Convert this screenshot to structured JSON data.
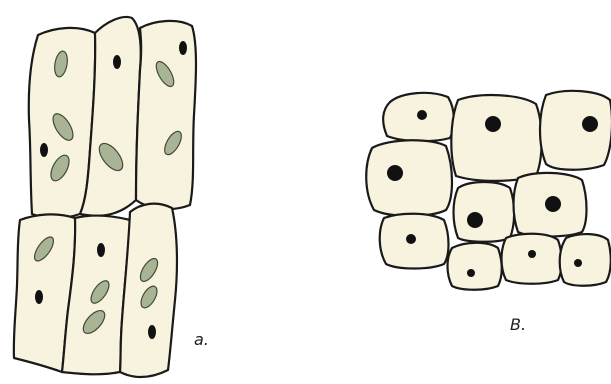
{
  "labels": {
    "panel_a": "a.",
    "panel_b": "B."
  },
  "colors": {
    "cell_fill": "#f8f3df",
    "cell_outline": "#1a1a1a",
    "nucleus": "#111111",
    "chloroplast": "#a9b494"
  },
  "panels": [
    {
      "id": "a",
      "cell_shape": "elongated",
      "cell_count": 6,
      "has_chloroplasts": true
    },
    {
      "id": "b",
      "cell_shape": "rounded-isodiametric",
      "cell_count": 10,
      "has_chloroplasts": false
    }
  ]
}
